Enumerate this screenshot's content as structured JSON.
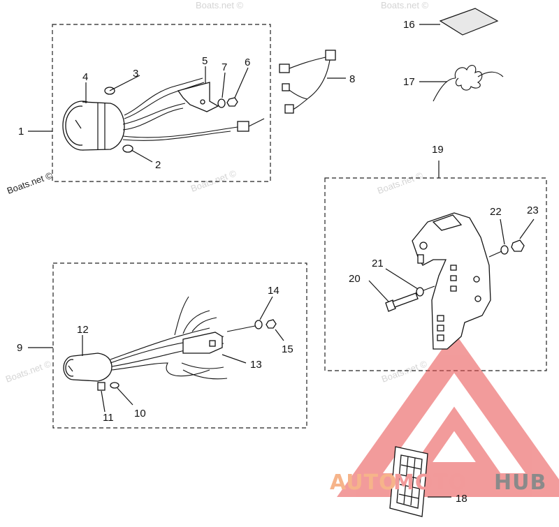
{
  "labels": {
    "l1": "1",
    "l2": "2",
    "l3": "3",
    "l4": "4",
    "l5": "5",
    "l6": "6",
    "l7": "7",
    "l8": "8",
    "l9": "9",
    "l10": "10",
    "l11": "11",
    "l12": "12",
    "l13": "13",
    "l14": "14",
    "l15": "15",
    "l16": "16",
    "l17": "17",
    "l18": "18",
    "l19": "19",
    "l20": "20",
    "l21": "21",
    "l22": "22",
    "l23": "23"
  },
  "watermarks": {
    "boats_1": "Boats.net ©",
    "boats_2": "Boats.net ©",
    "boats_3": "Boats.net ©",
    "boats_4": "Boats.net ©",
    "boats_5": "Boats.net ©",
    "boats_6": "Boats.net ©",
    "boats_7": "Boats.net ©"
  },
  "logo": {
    "text_auto": "AUTO",
    "text_moto": "MOTO",
    "text_hub": "HUB",
    "color_auto": "#f6b48a",
    "color_moto": "#f29a9a",
    "color_hub": "#8a8a8a",
    "triangle_color": "#e84a4a"
  }
}
